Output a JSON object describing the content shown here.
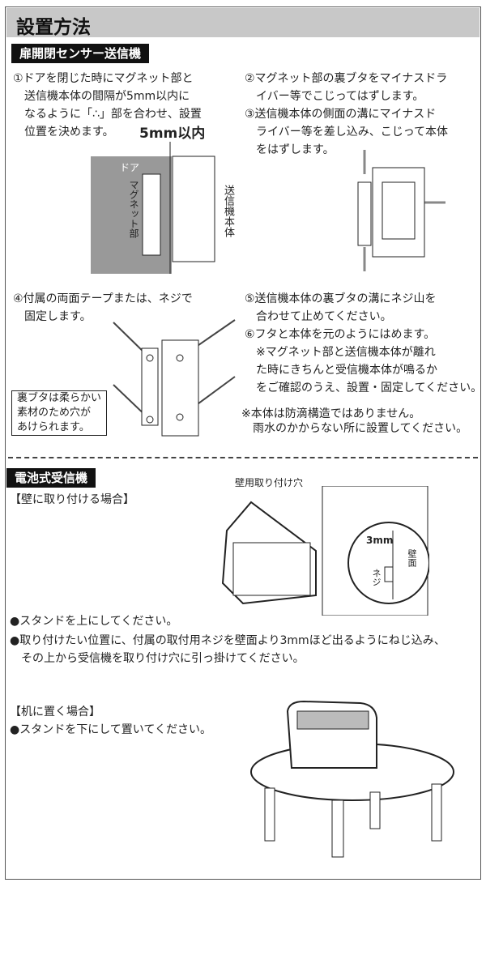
{
  "title": "設置方法",
  "sensor": {
    "heading": "扉開閉センサー送信機",
    "step1": "①ドアを閉じた時にマグネット部と\n　送信機本体の間隔が5mm以内に\n　なるように「∴」部を合わせ、設置\n　位置を決めます。",
    "gap_label": "5mm以内",
    "door_label": "ドア",
    "magnet_label": "マグネット部",
    "transmitter_label": "送信機本体",
    "step2": "②マグネット部の裏ブタをマイナスドラ\n　イバー等でこじってはずします。",
    "step3": "③送信機本体の側面の溝にマイナスド\n　ライバー等を差し込み、こじって本体\n　をはずします。",
    "step4": "④付属の両面テープまたは、ネジで\n　固定します。",
    "callout": "裏ブタは柔らかい\n素材のため穴が\nあけられます。",
    "step5": "⑤送信機本体の裏ブタの溝にネジ山を\n　合わせて止めてください。",
    "step6": "⑥フタと本体を元のようにはめます。\n　※マグネット部と送信機本体が離れ\n　た時にきちんと受信機本体が鳴るか\n　をご確認のうえ、設置・固定してください。",
    "note": "※本体は防滴構造ではありません。\n　雨水のかからない所に設置してください。"
  },
  "receiver": {
    "heading": "電池式受信機",
    "wall_heading": "【壁に取り付ける場合】",
    "hole_label": "壁用取り付け穴",
    "depth_label": "3mm",
    "wall_label": "壁面",
    "screw_label": "ネジ",
    "bullet1": "●スタンドを上にしてください。",
    "bullet2": "●取り付けたい位置に、付属の取付用ネジを壁面より3mmほど出るようにねじ込み、\n　その上から受信機を取り付け穴に引っ掛けてください。",
    "desk_heading": "【机に置く場合】",
    "desk_bullet": "●スタンドを下にして置いてください。"
  }
}
